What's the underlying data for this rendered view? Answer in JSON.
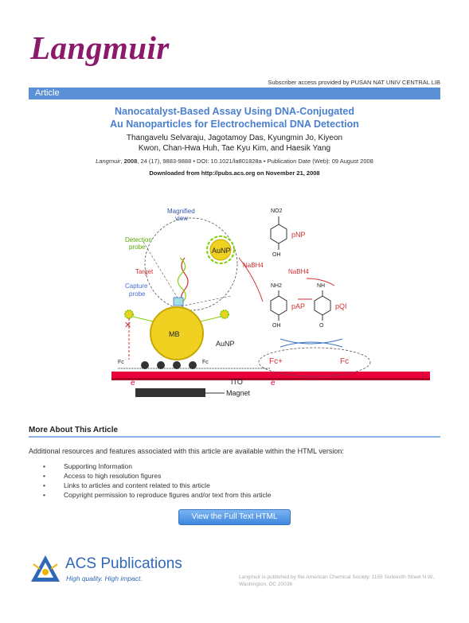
{
  "journal": {
    "name": "Langmuir"
  },
  "access_note": "Subscriber access provided by PUSAN NAT UNIV CENTRAL LIB",
  "section_label": "Article",
  "article": {
    "title_line1": "Nanocatalyst-Based Assay Using DNA-Conjugated",
    "title_line2": "Au Nanoparticles for Electrochemical DNA Detection",
    "authors_line1": "Thangavelu Selvaraju, Jagotamoy Das, Kyungmin Jo, Kiyeon",
    "authors_line2": "Kwon, Chan-Hwa Huh, Tae Kyu Kim, and Haesik Yang",
    "citation_journal": "Langmuir",
    "citation_year": "2008",
    "citation_rest": ", 24 (17), 9883-9888 • DOI: 10.1021/la801828a • Publication Date (Web): 09 August 2008",
    "downloaded": "Downloaded from http://pubs.acs.org on November 21, 2008"
  },
  "figure": {
    "magnified_view": [
      "Magnified",
      "view"
    ],
    "detection_probe": [
      "Detection",
      "probe"
    ],
    "target": "Target",
    "capture_probe": [
      "Capture",
      "probe"
    ],
    "aunp_big": "AuNP",
    "mb": "MB",
    "aunp_small": "AuNP",
    "nabh4_1": "NaBH4",
    "nabh4_2": "NaBH4",
    "pnp": "pNP",
    "pap": "pAP",
    "pqi": "pQI",
    "no2": "NO2",
    "nh2": "NH2",
    "nh": "NH",
    "oh1": "OH",
    "oh2": "OH",
    "o": "O",
    "fc_plus": "Fc+",
    "fc": "Fc",
    "fc_small": "Fc",
    "e_left": "e",
    "e_right": "e",
    "ito": "ITO",
    "magnet": "Magnet",
    "colors": {
      "electrode": "#e8003a",
      "gold": "#f0d020",
      "probe_green": "#7fd000",
      "target_red": "#d03030",
      "capture_blue": "#4a6cd8",
      "magnet": "#333333"
    }
  },
  "more": {
    "title": "More About This Article",
    "intro": "Additional resources and features associated with this article are available within the HTML version:",
    "items": [
      "Supporting Information",
      "Access to high resolution figures",
      "Links to articles and content related to this article",
      "Copyright permission to reproduce figures and/or text from this article"
    ],
    "button_label": "View the Full Text HTML"
  },
  "publisher": {
    "name": "ACS Publications",
    "tagline": "High quality. High impact.",
    "note": "Langmuir is published by the American Chemical Society. 1155 Sixteenth Street N.W., Washington, DC 20036"
  }
}
